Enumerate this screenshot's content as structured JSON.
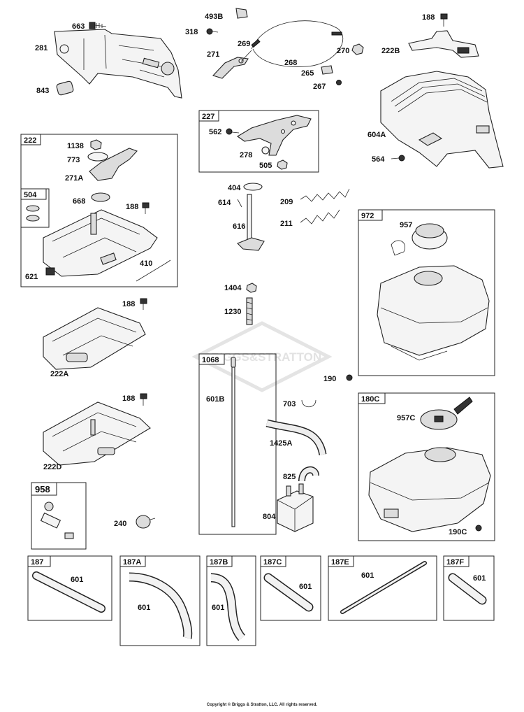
{
  "copyright": "Copyright © Briggs & Stratton, LLC. All rights reserved.",
  "watermark": "BRIGGS&STRATTON",
  "labels": {
    "p663": "663",
    "p281": "281",
    "p843": "843",
    "p493B": "493B",
    "p318": "318",
    "p269": "269",
    "p271": "271",
    "p270": "270",
    "p268": "268",
    "p265": "265",
    "p267": "267",
    "p188a": "188",
    "p222B": "222B",
    "p604A": "604A",
    "p564": "564",
    "p562": "562",
    "p278": "278",
    "p505": "505",
    "p1138": "1138",
    "p773": "773",
    "p271A": "271A",
    "p668": "668",
    "p188b": "188",
    "p621": "621",
    "p410": "410",
    "p404": "404",
    "p614": "614",
    "p616": "616",
    "p209": "209",
    "p211": "211",
    "p1404": "1404",
    "p1230": "1230",
    "p957": "957",
    "p188c": "188",
    "p222A": "222A",
    "p188d": "188",
    "p222D": "222D",
    "p601B": "601B",
    "p190": "190",
    "p703": "703",
    "p1425A": "1425A",
    "p825": "825",
    "p804": "804",
    "p957C": "957C",
    "p190C": "190C",
    "p240": "240",
    "p601a": "601",
    "p601b": "601",
    "p601c": "601",
    "p601d": "601",
    "p601e": "601",
    "p601f": "601"
  },
  "boxes": {
    "b227": "227",
    "b222": "222",
    "b504": "504",
    "b972": "972",
    "b1068": "1068",
    "b180C": "180C",
    "b958": "958",
    "b187": "187",
    "b187A": "187A",
    "b187B": "187B",
    "b187C": "187C",
    "b187E": "187E",
    "b187F": "187F"
  }
}
